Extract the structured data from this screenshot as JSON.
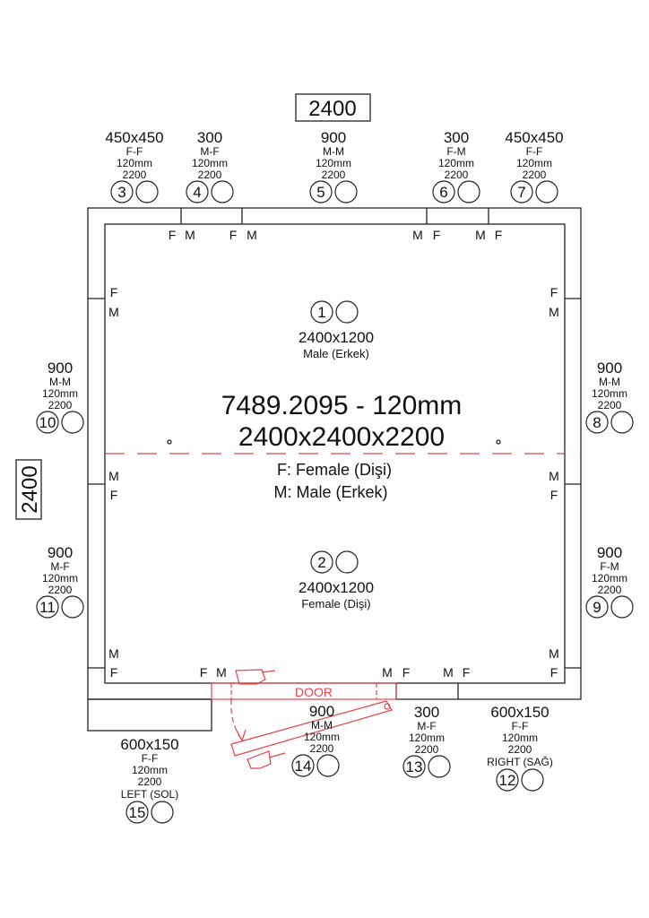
{
  "dimensions": {
    "top": "2400",
    "left": "2400"
  },
  "center": {
    "code": "7489.2095 - 120mm",
    "size": "2400x2400x2200",
    "legend_f": "F: Female (Dişi)",
    "legend_m": "M: Male (Erkek)"
  },
  "door_label": "DOOR",
  "floor_panels": [
    {
      "num": "1",
      "size": "2400x1200",
      "type": "Male (Erkek)"
    },
    {
      "num": "2",
      "size": "2400x1200",
      "type": "Female (Dişi)"
    }
  ],
  "panels": [
    {
      "num": "3",
      "size": "450x450",
      "joint": "F-F",
      "thickness": "120mm",
      "height": "2200"
    },
    {
      "num": "4",
      "size": "300",
      "joint": "M-F",
      "thickness": "120mm",
      "height": "2200"
    },
    {
      "num": "5",
      "size": "900",
      "joint": "M-M",
      "thickness": "120mm",
      "height": "2200"
    },
    {
      "num": "6",
      "size": "300",
      "joint": "F-M",
      "thickness": "120mm",
      "height": "2200"
    },
    {
      "num": "7",
      "size": "450x450",
      "joint": "F-F",
      "thickness": "120mm",
      "height": "2200"
    },
    {
      "num": "8",
      "size": "900",
      "joint": "M-M",
      "thickness": "120mm",
      "height": "2200"
    },
    {
      "num": "9",
      "size": "900",
      "joint": "F-M",
      "thickness": "120mm",
      "height": "2200"
    },
    {
      "num": "10",
      "size": "900",
      "joint": "M-M",
      "thickness": "120mm",
      "height": "2200"
    },
    {
      "num": "11",
      "size": "900",
      "joint": "M-F",
      "thickness": "120mm",
      "height": "2200"
    },
    {
      "num": "12",
      "size": "600x150",
      "joint": "F-F",
      "thickness": "120mm",
      "height": "2200",
      "side": "RIGHT (SAĞ)"
    },
    {
      "num": "13",
      "size": "300",
      "joint": "M-F",
      "thickness": "120mm",
      "height": "2200"
    },
    {
      "num": "14",
      "size": "900",
      "joint": "M-M",
      "thickness": "120mm",
      "height": "2200"
    },
    {
      "num": "15",
      "size": "600x150",
      "joint": "F-F",
      "thickness": "120mm",
      "height": "2200",
      "side": "LEFT (SOL)"
    }
  ],
  "joint_marks": {
    "top": [
      "F",
      "M",
      "F",
      "M",
      "M",
      "F",
      "M",
      "F"
    ],
    "left": [
      "F",
      "M",
      "M",
      "F",
      "M",
      "F"
    ],
    "right": [
      "F",
      "M",
      "M",
      "F",
      "M",
      "F"
    ],
    "bottom": [
      "F",
      "M",
      "M",
      "F",
      "M",
      "F"
    ]
  },
  "colors": {
    "line": "#222222",
    "door": "#e8434a"
  }
}
